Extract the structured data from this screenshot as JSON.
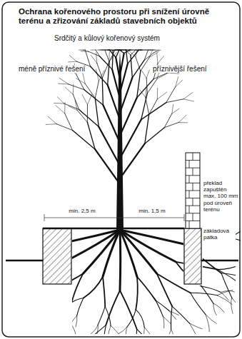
{
  "diagram": {
    "title": "Ochrana kořenového prostoru při snížení úrovně terénu a zřizování základů stavebních objektů",
    "labels": [
      "Srdčitý a kůlový kořenový systém",
      "méně příznivé řešení",
      "příznivější řešení",
      "min. 2,5 m",
      "min. 1,5 m",
      "překlad zapuštěn max. 100 mm pod úroveň terénu",
      "základová patka"
    ]
  }
}
